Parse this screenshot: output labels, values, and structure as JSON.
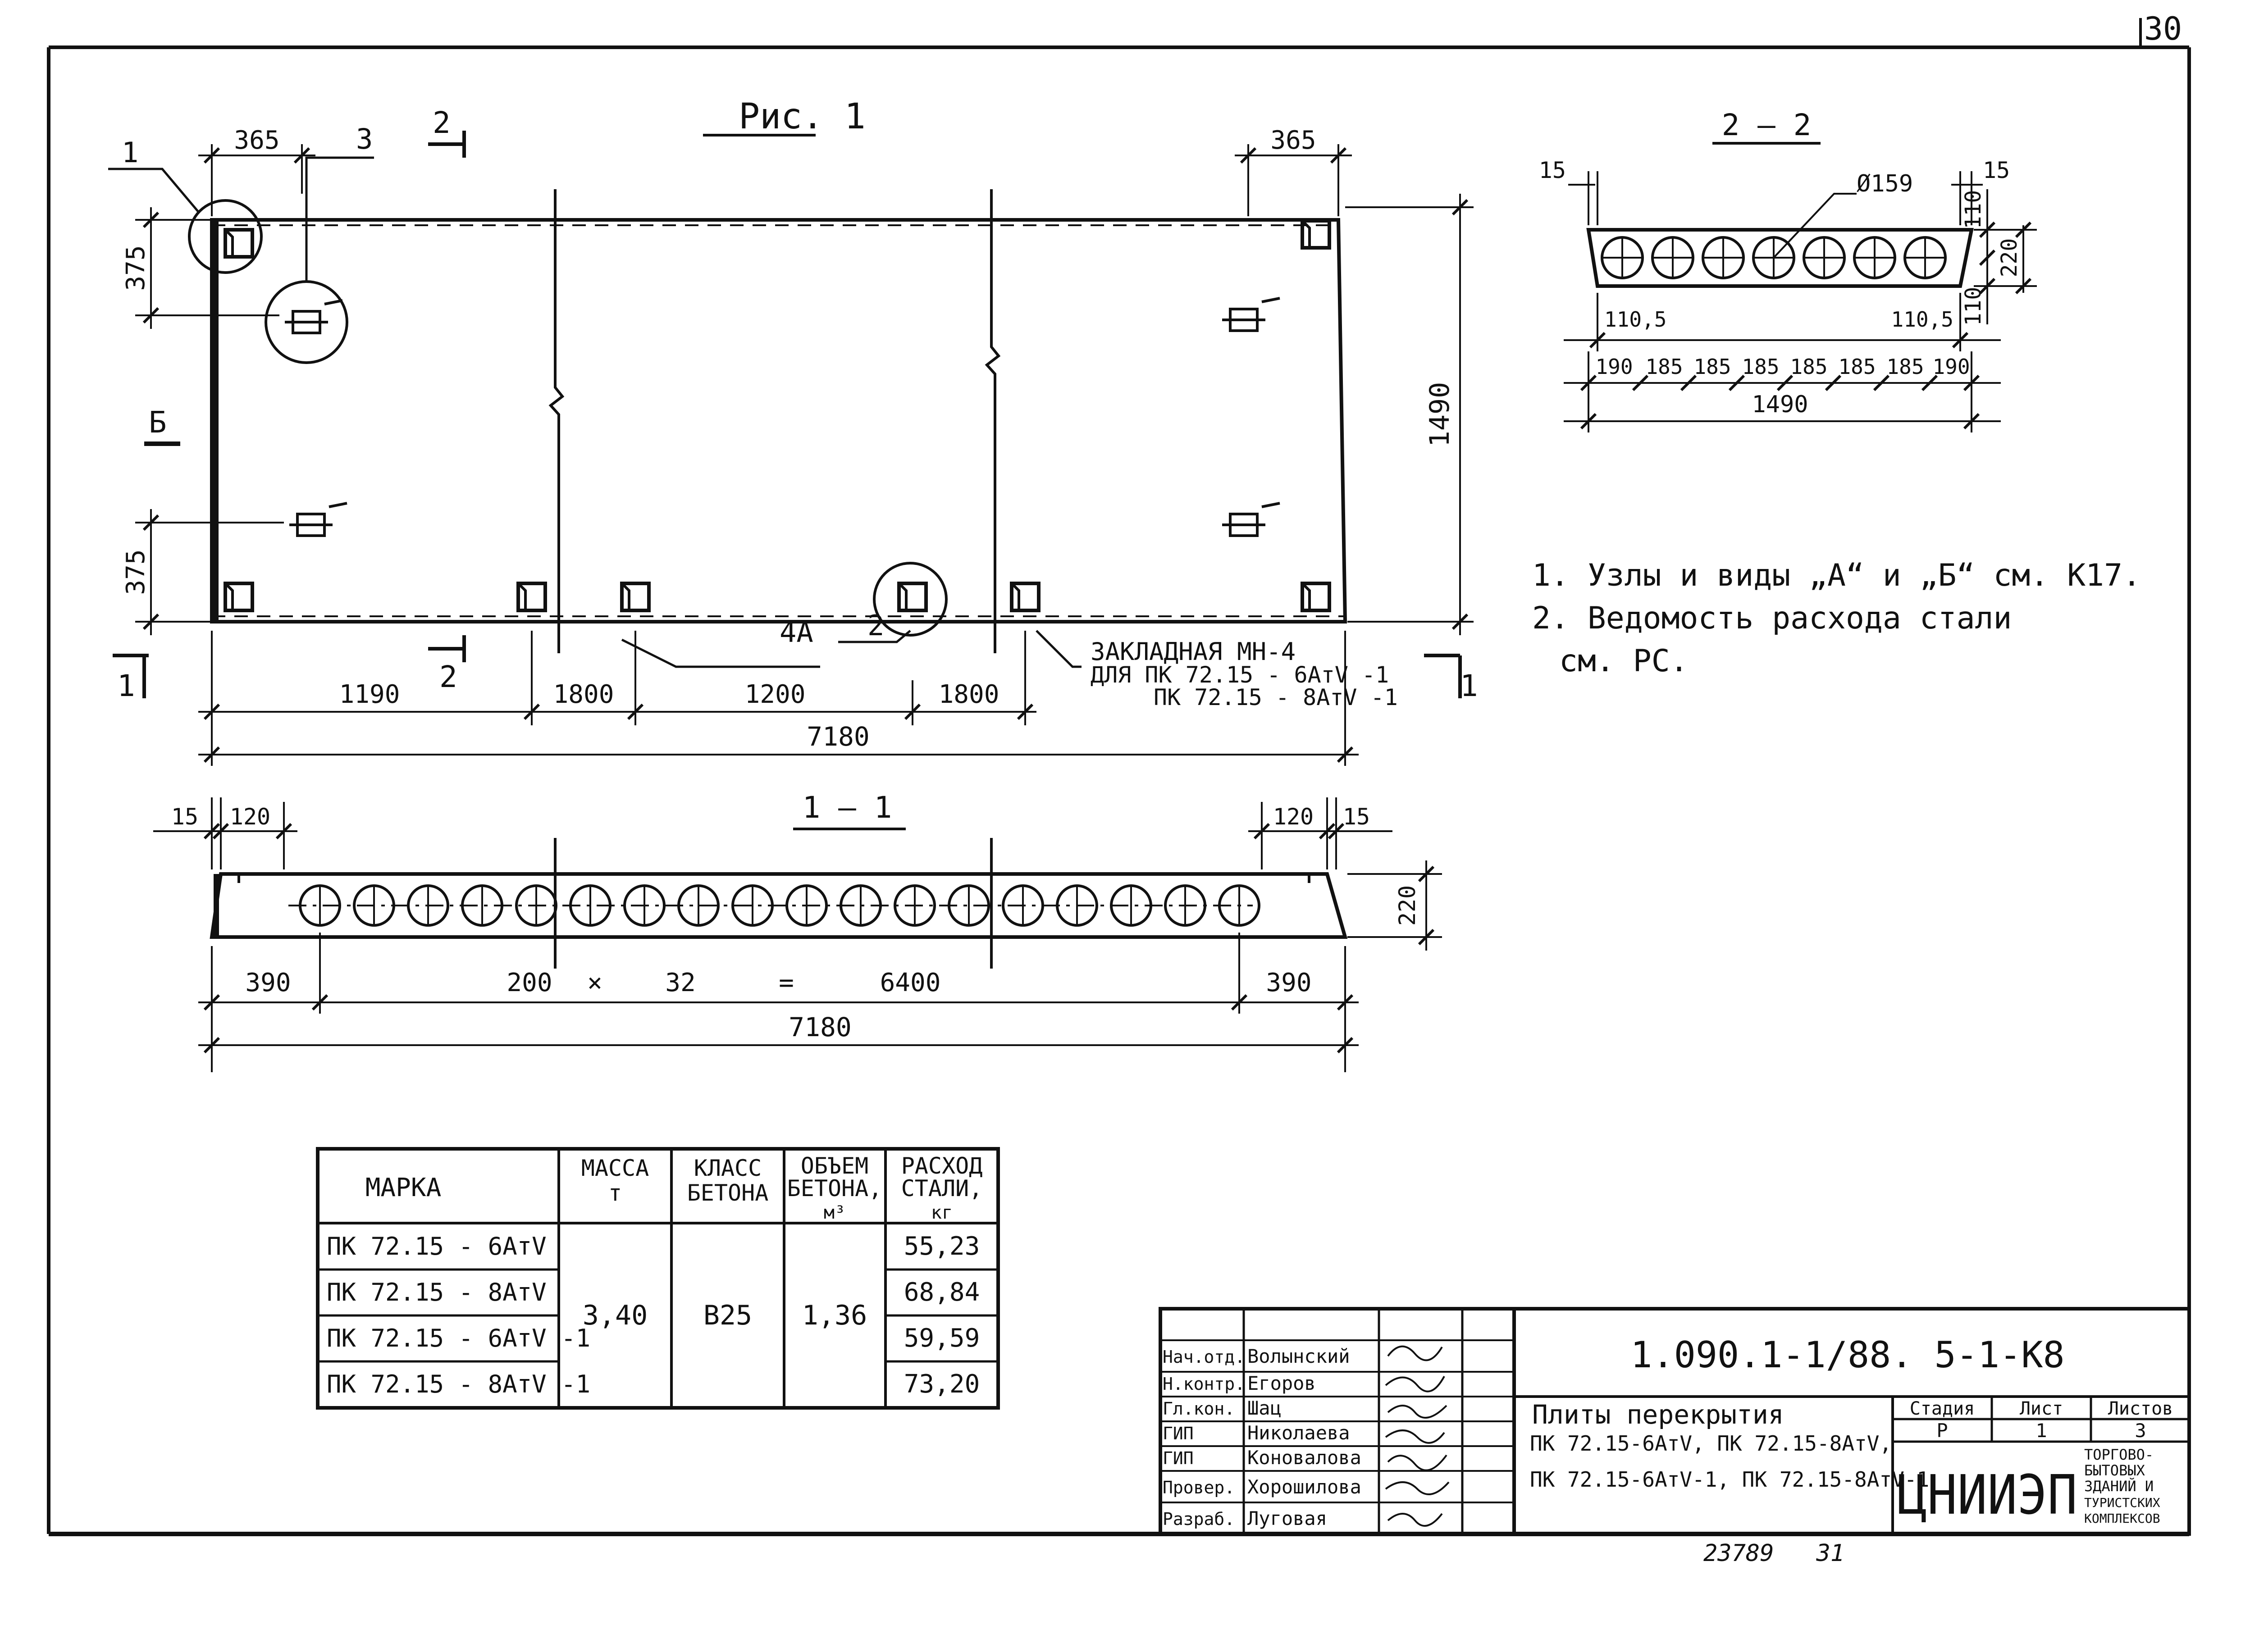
{
  "sheet_number": "30",
  "figure_title": "Рис. 1",
  "section_labels": {
    "s2_top": "2",
    "s2_bottom": "2",
    "s1_left": "1",
    "s1_right": "1",
    "view_b": "Б",
    "s22": "2 — 2",
    "s11": "1 — 1"
  },
  "callouts": {
    "c1": "1",
    "c2": "2",
    "c3": "3",
    "c4a": "4А"
  },
  "plan_dims": {
    "d365_left": "365",
    "d365_right": "365",
    "d375_top": "375",
    "d375_bottom": "375",
    "d1490": "1490",
    "d1190": "1190",
    "d1800_left": "1800",
    "d1200": "1200",
    "d1800_right": "1800",
    "d7180": "7180"
  },
  "embedded_note": {
    "line1": "ЗАКЛАДНАЯ  МН-4",
    "line2": "ДЛЯ  ПК 72.15 - 6АтV -1",
    "line3": "ПК 72.15 - 8АтV -1"
  },
  "section22_dims": {
    "d15_left": "15",
    "d15_right": "15",
    "d159": "Ø159",
    "d110_top": "110",
    "d220": "220",
    "d110_bottom": "110",
    "d110_5_left": "110,5",
    "d110_5_right": "110,5",
    "spacings": [
      "190",
      "185",
      "185",
      "185",
      "185",
      "185",
      "185",
      "190"
    ],
    "d1490": "1490"
  },
  "section11_dims": {
    "d15_left": "15",
    "d120_left": "120",
    "d120_right": "120",
    "d15_right": "15",
    "d220": "220",
    "d390_left": "390",
    "d200": "200",
    "dx": "×",
    "d32": "32",
    "deq": "=",
    "d6400": "6400",
    "d390_right": "390",
    "d7180": "7180"
  },
  "notes": [
    "1. Узлы и виды „А“ и „Б“ см. К17.",
    "2. Ведомость расхода стали",
    "см. РС."
  ],
  "spec_table": {
    "headers": {
      "mark": "МАРКА",
      "mass": [
        "МАССА",
        "т"
      ],
      "class": [
        "КЛАСС",
        "БЕТОНА"
      ],
      "volume": [
        "ОБЪЕМ",
        "БЕТОНА,",
        "м³"
      ],
      "steel": [
        "РАСХОД",
        "СТАЛИ,",
        "кг"
      ]
    },
    "marks": [
      "ПК 72.15 - 6АтV",
      "ПК 72.15 - 8АтV",
      "ПК 72.15 - 6АтV -1",
      "ПК 72.15 - 8АтV -1"
    ],
    "mass": "3,40",
    "class": "В25",
    "volume": "1,36",
    "steel": [
      "55,23",
      "68,84",
      "59,59",
      "73,20"
    ]
  },
  "title_block": {
    "roles": [
      "Нач.отд.",
      "Н.контр.",
      "Гл.кон.",
      "ГИП",
      "ГИП",
      "Провер.",
      "Разраб."
    ],
    "names": [
      "Волынский",
      "Егоров",
      "Шац",
      "Николаева",
      "Коновалова",
      "Хорошилова",
      "Луговая"
    ],
    "code": "1.090.1-1/88. 5-1-К8",
    "title": [
      "Плиты перекрытия",
      "ПК 72.15-6АтV, ПК 72.15-8АтV,",
      "ПК 72.15-6АтV-1, ПК 72.15-8АтV-1"
    ],
    "stage_header": "Стадия",
    "sheet_header": "Лист",
    "sheets_header": "Листов",
    "stage": "Р",
    "sheet": "1",
    "sheets": "3",
    "org_logo": "ЦНИИЭП",
    "org_desc": [
      "ТОРГОВО-",
      "БЫТОВЫХ",
      "ЗДАНИЙ И",
      "ТУРИСТСКИХ",
      "КОМПЛЕКСОВ"
    ]
  },
  "footer_number": "23789   31"
}
